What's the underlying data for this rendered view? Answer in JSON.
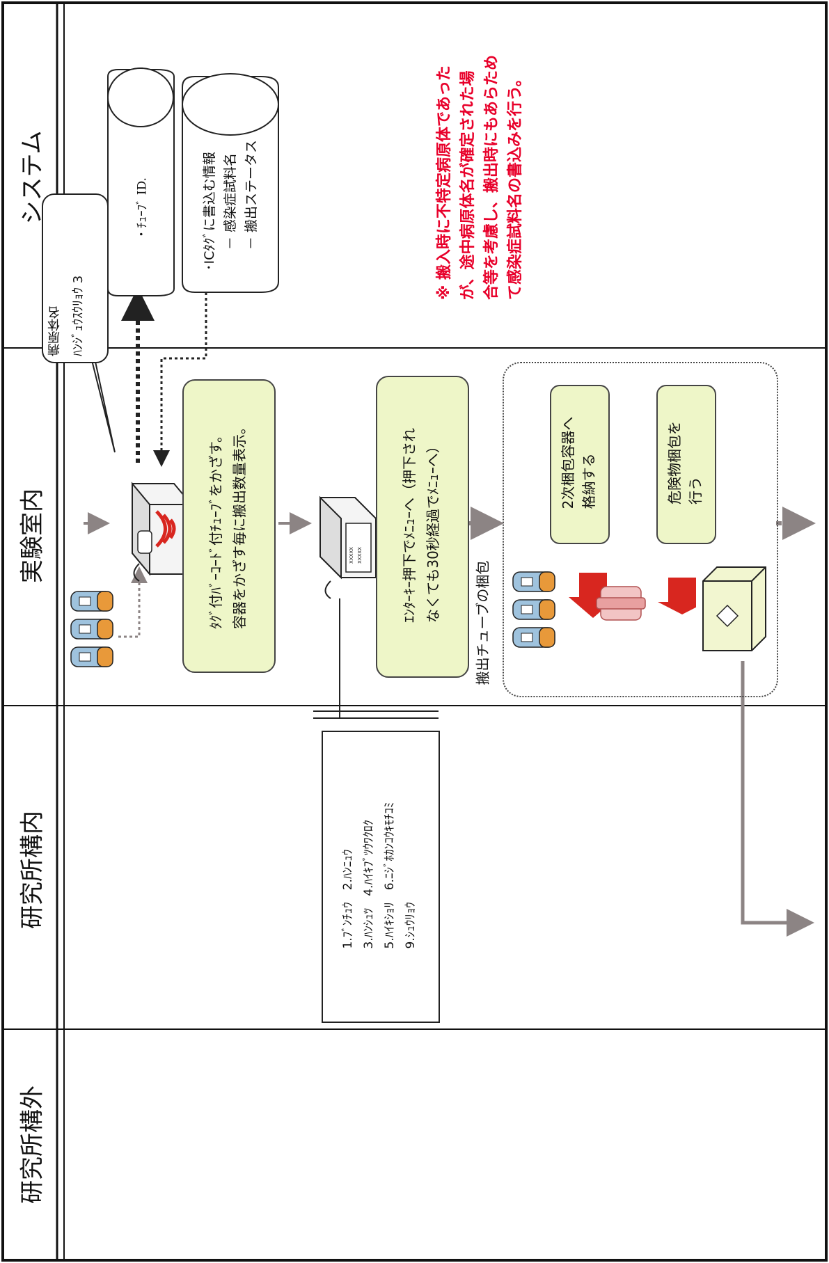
{
  "lanes": {
    "system": "システム",
    "lab": "実験室内",
    "institute_in": "研究所構内",
    "institute_out": "研究所構外"
  },
  "callout": {
    "line1": "病原体名",
    "line2": "ﾊﾝｼﾞｭｳｽｳﾘｮｳ 3"
  },
  "db_tube_id": "・ﾁｭｰﾌﾞ ID.",
  "db_ictag": {
    "line1": "･ICﾀｸﾞに書込む情報",
    "line2": "－ 感染症試料名",
    "line3": "－ 搬出ステータス"
  },
  "note": {
    "line1": "※ 搬入時に不特定病原体であった",
    "line2": "が、途中病原体名が確定された場",
    "line3": "合等を考慮し、搬出時にもあらため",
    "line4": "て感染症試料名の書込みを行う。"
  },
  "step1": {
    "line1": "ﾀｸﾞ付ﾊﾞｰｺｰﾄﾞ付ﾁｭｰﾌﾞをかざす。",
    "line2": "容器をかざす毎に搬出数量表示。"
  },
  "step2": {
    "line1": "ｴﾝﾀｰｷｰ押下でﾒﾆｭｰへ（押下され",
    "line2": "なくても30秒経過でﾒﾆｭｰへ）"
  },
  "screen_text": "XXXXX",
  "menu": {
    "line1": "1.ﾌﾞﾝﾁｭｳ　2.ﾊﾝﾆｭｳ",
    "line2": "3.ﾊﾝｼｭﾂ　4.ﾊｲｷﾌﾞﾂｳﾜｸﾛｸ",
    "line3": "5.ﾊｲｷｼｮﾘ　6.ﾆｼﾞﾎｶﾝｺｳｷﾓﾁｺﾐ",
    "line4": "9.ｼｭｳﾘｮｳ"
  },
  "packing_label": "搬出チューブの梱包",
  "pack_step1": {
    "line1": "2次梱包容器へ",
    "line2": "格納する"
  },
  "pack_step2": {
    "line1": "危険物梱包を",
    "line2": "行う"
  },
  "colors": {
    "green_box": "#eef6c8",
    "red_note": "#e8002a",
    "arrow_gray": "#8c8484",
    "red_arrow": "#d8261f",
    "tube_orange": "#e8993a",
    "tube_blue": "#9fc3de"
  }
}
